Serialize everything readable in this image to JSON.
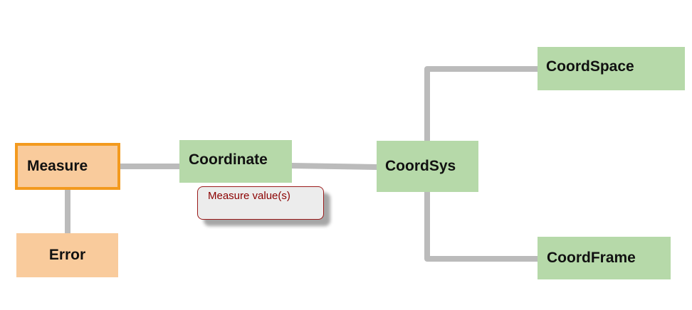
{
  "nodes": {
    "measure": "Measure",
    "error": "Error",
    "coordinate": "Coordinate",
    "coordsys": "CoordSys",
    "coordspace": "CoordSpace",
    "coordframe": "CoordFrame"
  },
  "tooltip": {
    "text": "Measure value(s)"
  },
  "colors": {
    "green_node": "#b6d9a9",
    "orange_node": "#f9cb9c",
    "selected_border": "#f39a1e",
    "connector": "#bbbbbb",
    "tooltip_text": "#8b0000"
  }
}
